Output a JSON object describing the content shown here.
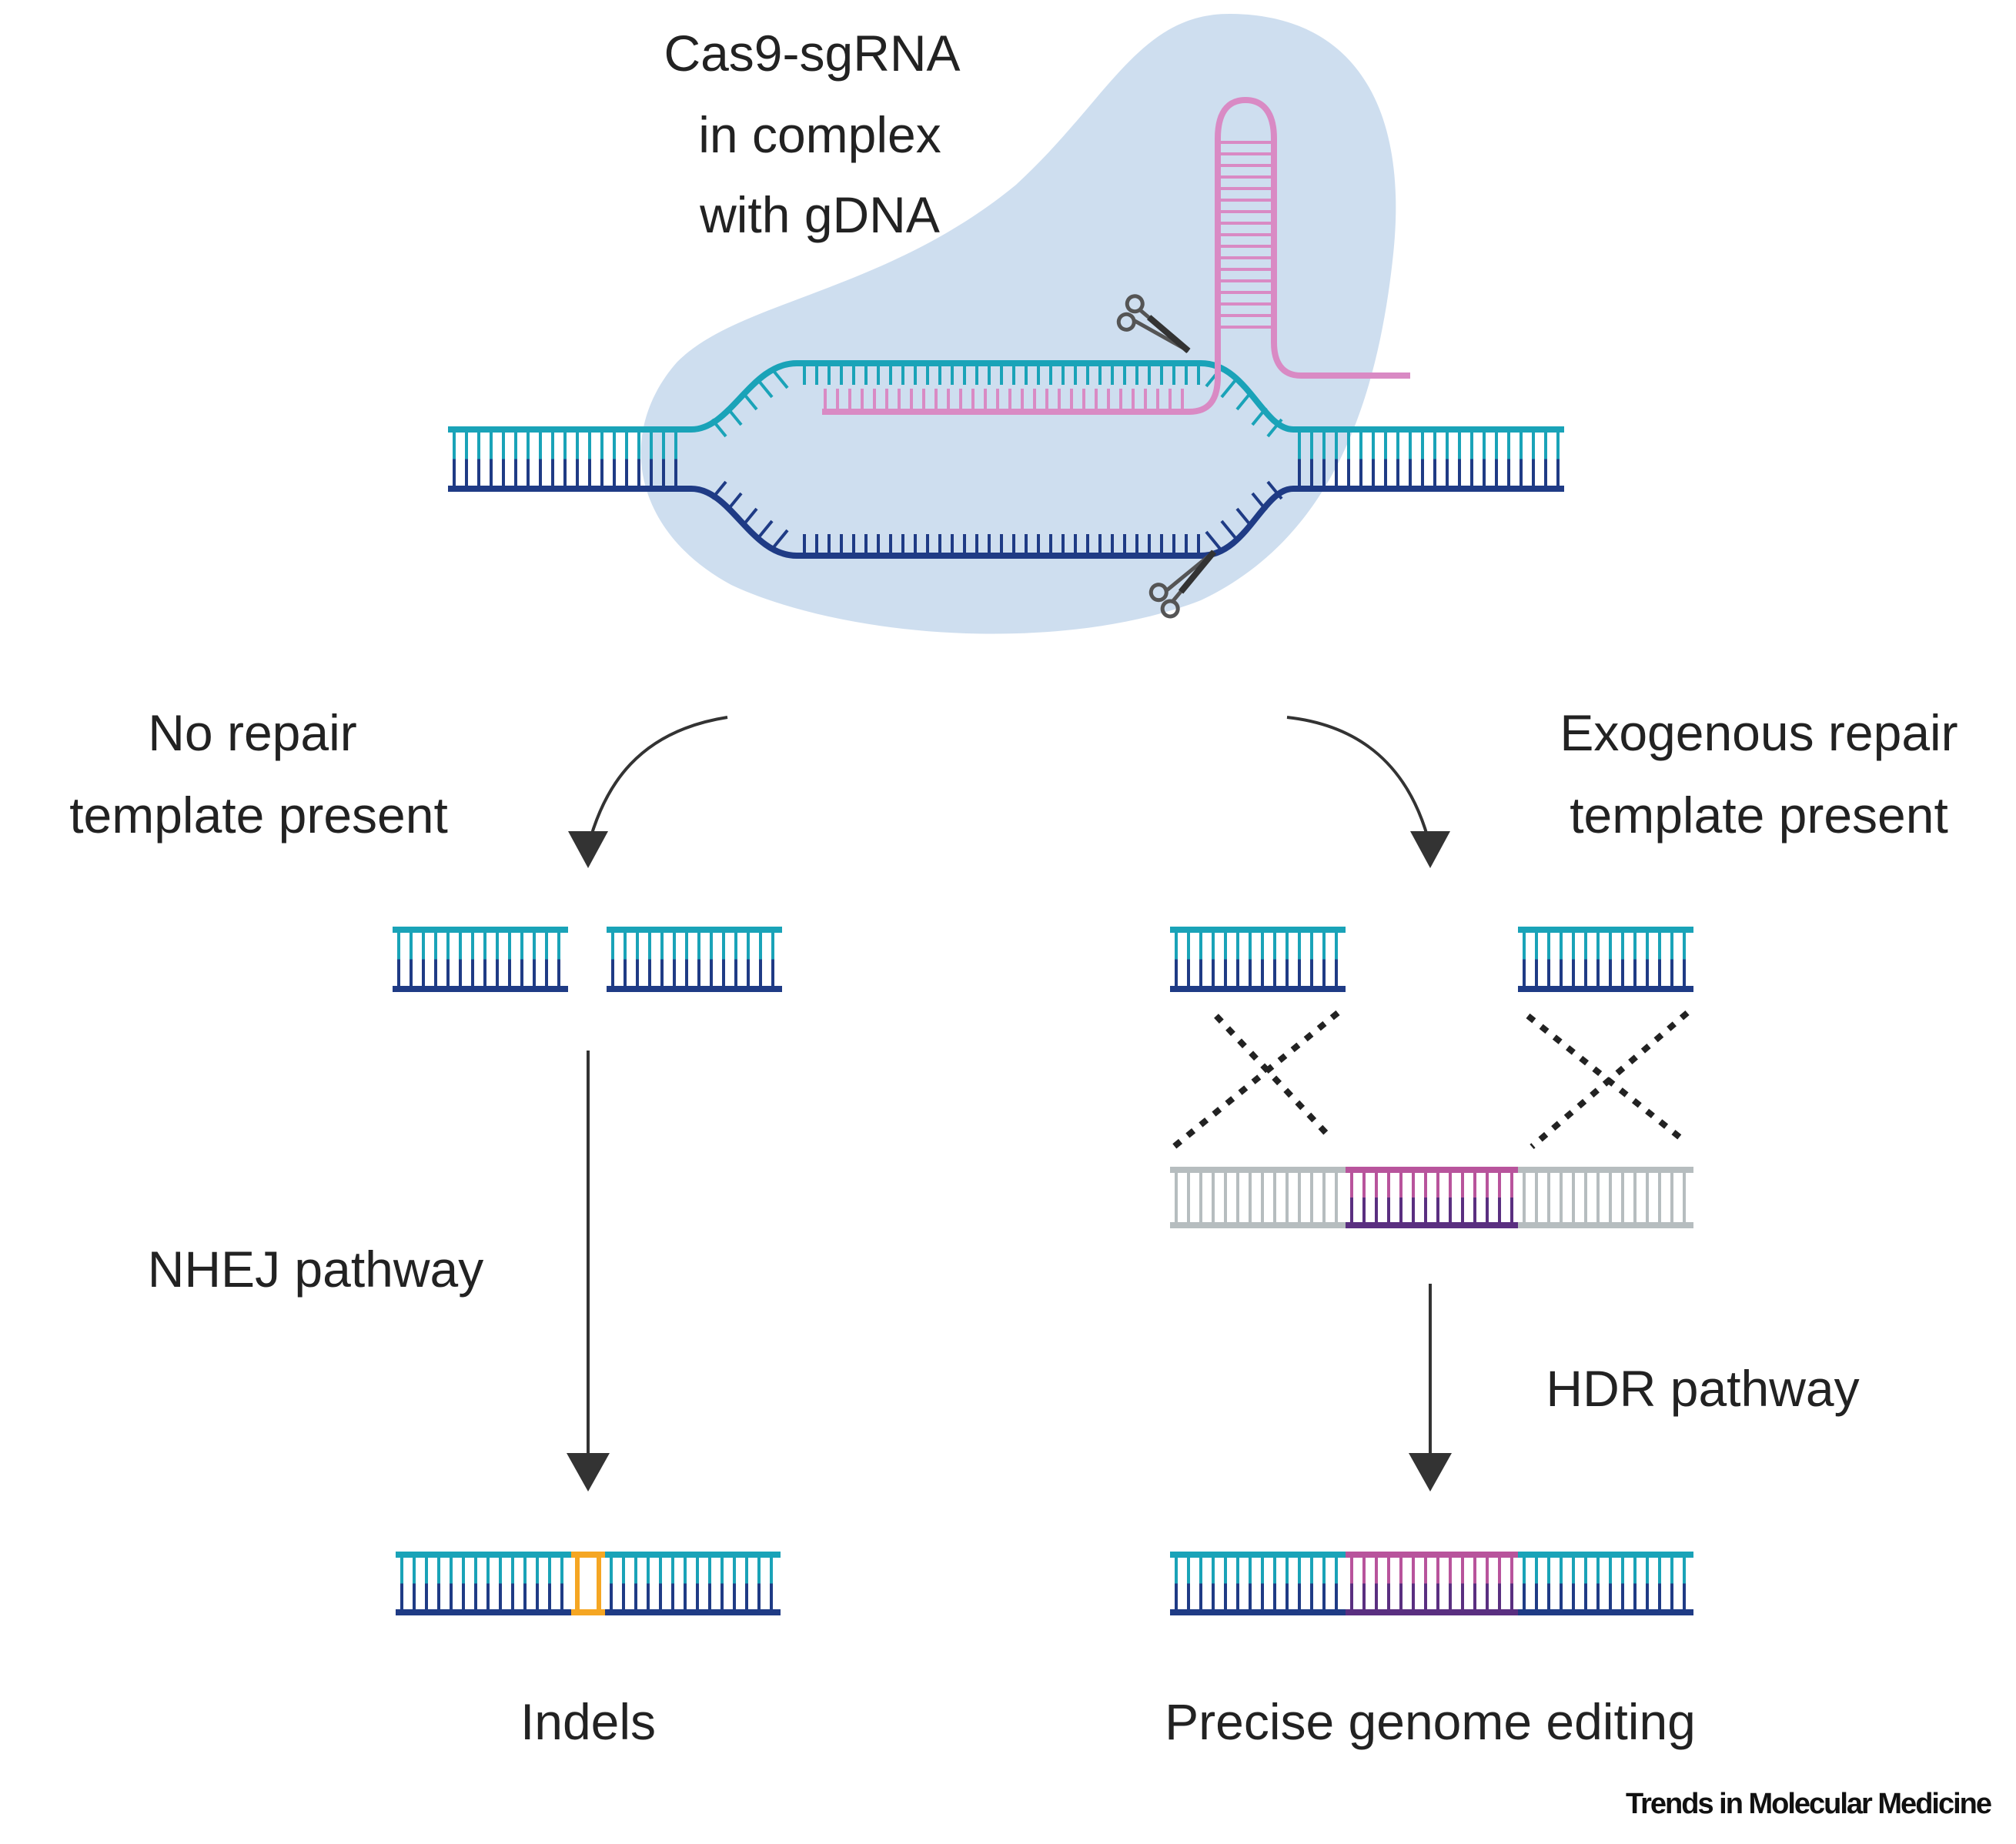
{
  "labels": {
    "complex_line1": "Cas9-sgRNA",
    "complex_line2": "in complex",
    "complex_line3": "with gDNA",
    "left_branch_line1": "No repair",
    "left_branch_line2": "template present",
    "right_branch_line1": "Exogenous repair",
    "right_branch_line2": "template present",
    "nhej": "NHEJ pathway",
    "hdr": "HDR pathway",
    "indels": "Indels",
    "precise": "Precise genome editing",
    "credit": "Trends in Molecular Medicine"
  },
  "colors": {
    "dna_top": "#1aa3b8",
    "dna_bottom": "#1f3b85",
    "rna": "#d98ac4",
    "donor": "#b6bdbf",
    "insert_top": "#b8549c",
    "insert_bottom": "#5a2f80",
    "indel": "#f5a623",
    "blob": "#c6d8ec",
    "arrow": "#333333"
  },
  "icons": [
    "scissors-icon",
    "scissors-icon"
  ]
}
